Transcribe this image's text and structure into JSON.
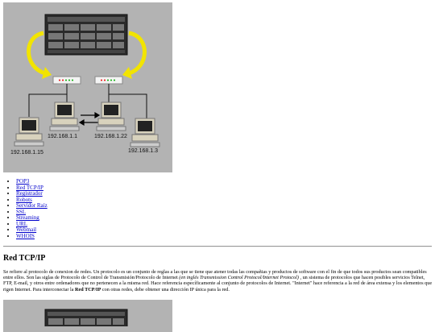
{
  "diagram": {
    "ips": {
      "ip1": "192.168.1.15",
      "ip2": "192.168.1.1",
      "ip3": "192.168.1.22",
      "ip4": "192.168.1.3"
    }
  },
  "nav": {
    "items": [
      {
        "label": "POP3"
      },
      {
        "label": "Red TCP/IP"
      },
      {
        "label": "Registrador"
      },
      {
        "label": "Robots"
      },
      {
        "label": "Servidor Raíz"
      },
      {
        "label": "SSL"
      },
      {
        "label": "Streaming"
      },
      {
        "label": "URL"
      },
      {
        "label": "Webmail"
      },
      {
        "label": "WHOIS"
      }
    ]
  },
  "article": {
    "title": "Red TCP/IP",
    "p_start": "Se refiere al protocolo de conexion de redes. Un protocolo es un conjunto de reglas a las que se tiene que atener todas las compañias y productos de software con el fin de que todos sus productos sean compatibles entre ellos. Son las siglas de Protocolo de Control de Transmisión/Protocolo de Internet ",
    "p_italic": "(en inglés Transmission Control Protocol/Internet Protocol)",
    "p_mid": " , un sistema de protocolos que hacen posibles servicios Telnet, FTP, E-mail, y otros entre ordenadores que no pertenecen a la misma red. Hace referencia específicamente al conjunto de protocolos de Internet. \"Internet\" hace referencia a la red de área extensa y los elementos que rigen Internet. Para interconectar la ",
    "p_bold": "Red TCP/IP",
    "p_end": " con otras redes, debe obtener una dirección IP única para la red."
  }
}
